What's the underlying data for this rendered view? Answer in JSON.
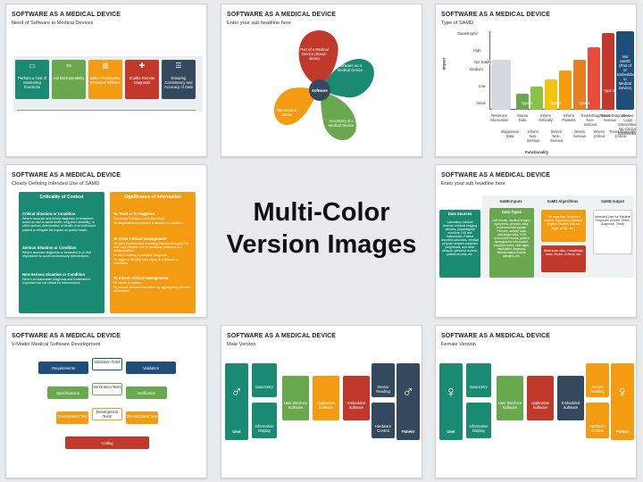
{
  "center": {
    "line1": "Multi-Color",
    "line2": "Version Images"
  },
  "slides": [
    {
      "title": "SOFTWARE AS A MEDICAL DEVICE",
      "subtitle": "Need of Software in Medical Devices",
      "steps": [
        "Perform a host of Monitoring Functions",
        "Aid Interoperability",
        "Make Preventative Practices Efficient",
        "Enable Remote Diagnosis",
        "Ensuring Consistency and Accuracy of Data"
      ]
    },
    {
      "title": "SOFTWARE AS A MEDICAL DEVICE",
      "subtitle": "Enter your sub headline here",
      "petals": [
        "Part of a Medical Device (Stand-alone)",
        "Software as a Medical Device",
        "Accessory of a Medical Device",
        "Not Medical Device"
      ],
      "hub": "Software"
    },
    {
      "title": "SOFTWARE AS A MEDICAL DEVICE",
      "subtitle": "Type of SAMD",
      "y_levels": [
        "Catastrophic",
        "High",
        "Medium",
        "Low",
        "None"
      ],
      "ylabel": "Impact",
      "xlabel": "Functionality",
      "not_samd": "Not SaMD",
      "types": [
        "Type 1",
        "Type 2",
        "Type 3",
        "Type 4"
      ],
      "right_note": "Not SaMD (Part of or Embedded in Medical Device)",
      "x_top": [
        "Retrieves Information",
        "Stores Data",
        "Inform Critically",
        "Inform Patients",
        "Treats/Diagnoses Non-Serious",
        "Treats/Diagnoses Serious",
        "Closed Loop Interventions No Clinical Intermediary"
      ],
      "x_bottom": [
        "Diagnoses Data",
        "Inform Non-Serious",
        "Drives Non-Serious",
        "Drives Serious",
        "Drives Critical",
        "Treats/Diagnoses Critical"
      ]
    },
    {
      "title": "SOFTWARE AS A MEDICAL DEVICE",
      "subtitle": "Clearly Defining Intended Use of SAMD",
      "left_head": "Criticality of Context",
      "right_head": "Significance of Information",
      "left_items": [
        {
          "h": "Critical Situation or Condition",
          "b": "Where accurate and timely diagnosis or treatment action is vital to avoid death, long-term disability, or other serious deterioration of health of an individual patient or mitigate the impact on public health."
        },
        {
          "h": "Serious Situation or Condition",
          "b": "Where accurate diagnosis or treatment is of vital importance to avoid unnecessary interventions."
        },
        {
          "h": "Non-Serious Situation or Condition",
          "b": "Where an inaccurate diagnosis and treatment is important but not critical for interventions."
        }
      ],
      "right_items": [
        {
          "h": "To Treat or to Diagnose",
          "b": [
            "To provide therapy to a human body",
            "To diagnose/screen/detect a disease or condition"
          ]
        },
        {
          "h": "To Drive Clinical Management",
          "b": [
            "To aid in treatment by providing enhanced support to safe and effective use of medicinal products or a medical device",
            "To aid in making a definitive diagnosis",
            "To triage or identify early signs of a disease or conditions"
          ]
        },
        {
          "h": "To Inform Clinical Management",
          "b": [
            "To inform of options",
            "To provide clinical information by aggregating relevant information"
          ]
        }
      ]
    },
    {
      "title": "SOFTWARE AS A MEDICAL DEVICE",
      "subtitle": "Enter your sub headline here",
      "col_heads": [
        "SaMD Inputs",
        "SaMD Algorithms",
        "SaMD output"
      ],
      "data_sources": "Data Sources",
      "ds_body": "Laboratory medical devices, medical imaging devices, physiological monitors, HIS test instruments, Patient reported outcomes, medical purpose sensors computer peripherals, and other sensors, personal records, patient records, etc.",
      "data_types": "Data Types",
      "dt_body": "Lab results, medical images, symptoms, genomic data, environmental signals, Pictures, activity data, phenotype data, FHR instrument results, patient demographic information, progress notes, vital signs, medication diagnosis, bioinformatics results, allergies, etc.",
      "algo_body": "The expertise, inference engine, Equations, Analysis engine, Models (Neural logic, AI/ML etc.)",
      "ref_body": "Reference data, Knowledge base, Rules, Criteria, etc.",
      "out_body": "Intended Use for Medical Purposes (Inform, Drive, Diagnose, Treat)"
    },
    {
      "title": "SOFTWARE AS A MEDICAL DEVICE",
      "subtitle": "V-Model Medical Software Development",
      "v_left": [
        "Requirements",
        "Specifications",
        "Development Test"
      ],
      "v_right": [
        "Validation",
        "Verification",
        "Development Test"
      ],
      "v_mid": [
        "Validation Tests",
        "Verification Tests",
        "Development Tests"
      ],
      "v_bottom": "Coding"
    },
    {
      "title": "SOFTWARE AS A MEDICAL DEVICE",
      "subtitle": "Male Version",
      "user": "User",
      "patient": "Patient",
      "left_items": [
        "Data Entry",
        "Information Display"
      ],
      "flow": [
        "User Interface Software",
        "Application Software",
        "Embedded Software"
      ],
      "right_items": [
        "Sensor Reading",
        "Hardware Control"
      ]
    },
    {
      "title": "SOFTWARE AS A MEDICAL DEVICE",
      "subtitle": "Female Version",
      "user": "User",
      "patient": "Patient",
      "left_items": [
        "Data Entry",
        "Information Display"
      ],
      "flow": [
        "User Interface Software",
        "Application Software",
        "Embedded Software"
      ],
      "right_items": [
        "Sensor Reading",
        "Hardware Control"
      ]
    }
  ],
  "colors": {
    "teal": "#1b8a72",
    "green": "#6aa84f",
    "orange": "#f39c12",
    "red": "#c0392b",
    "navy": "#34495e",
    "blue": "#1f77b4"
  }
}
